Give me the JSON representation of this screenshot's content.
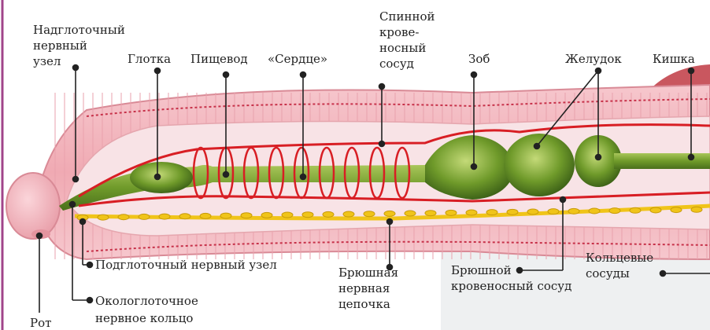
{
  "labels": {
    "nadglotochny_line1": "Надглоточный",
    "nadglotochny_line2": "нервный",
    "nadglotochny_line3": "узел",
    "glotka": "Глотка",
    "pishchevod": "Пищевод",
    "serdtse": "«Сердце»",
    "spinnoy_line1": "Спинной",
    "spinnoy_line2": "крове-",
    "spinnoy_line3": "носный",
    "spinnoy_line4": "сосуд",
    "zob": "Зоб",
    "zheludok": "Желудок",
    "kishka": "Кишка",
    "podglotochny": "Подглоточный нервный узел",
    "bryushnaya_line1": "Брюшная",
    "bryushnaya_line2": "нервная",
    "bryushnaya_line3": "цепочка",
    "bryushnoy_line1": "Брюшной",
    "bryushnoy_line2": "кровеносный сосуд",
    "koltsevye_line1": "Кольцевые",
    "koltsevye_line2": "сосуды",
    "okologlotochnoe_line1": "Окологлоточное",
    "okologlotochnoe_line2": "нервное кольцо",
    "rot": "Рот"
  },
  "colors": {
    "body_pink": "#f2b3ba",
    "body_dark": "#d98a96",
    "gut_green": "#7fa332",
    "gut_dark": "#4f7a1f",
    "vessel_red": "#d81e24",
    "nerve_yellow": "#f0c419",
    "line": "#222222",
    "margin_line": "#a0448a"
  }
}
